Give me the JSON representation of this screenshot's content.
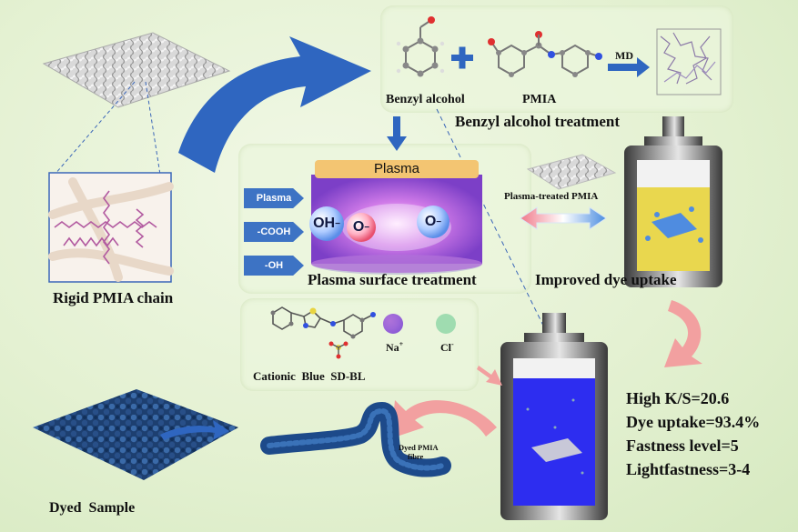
{
  "top_row": {
    "benzyl_alcohol": "Benzyl alcohol",
    "pmia": "PMIA",
    "md": "MD",
    "plus": "+",
    "title": "Benzyl alcohol treatment"
  },
  "rigid_chain_label": "Rigid PMIA chain",
  "plasma": {
    "chamber_title": "Plasma",
    "inputs": [
      "Plasma",
      "-COOH",
      "-OH"
    ],
    "ions": [
      "OH",
      "O",
      "O"
    ],
    "ion_charge": "−",
    "caption": "Plasma surface treatment"
  },
  "uptake": {
    "fabric_label": "Plasma-treated PMIA",
    "caption": "Improved dye uptake"
  },
  "dye": {
    "name": "Cationic  Blue  SD-BL",
    "na": "Na",
    "na_charge": "+",
    "cl": "Cl",
    "cl_charge": "-"
  },
  "results": {
    "ks": "High K/S=20.6",
    "uptake": "Dye uptake=93.4%",
    "fastness": "Fastness level=5",
    "lightfastness": "Lightfastness=3-4"
  },
  "fibre_label_line1": "Dyed PMIA",
  "fibre_label_line2": "fibre",
  "dyed_sample_label": "Dyed  Sample",
  "colors": {
    "blue_arrow": "#2f66c0",
    "pink_arrow": "#f2a0a0",
    "dye_blue": "#2d2df0"
  }
}
